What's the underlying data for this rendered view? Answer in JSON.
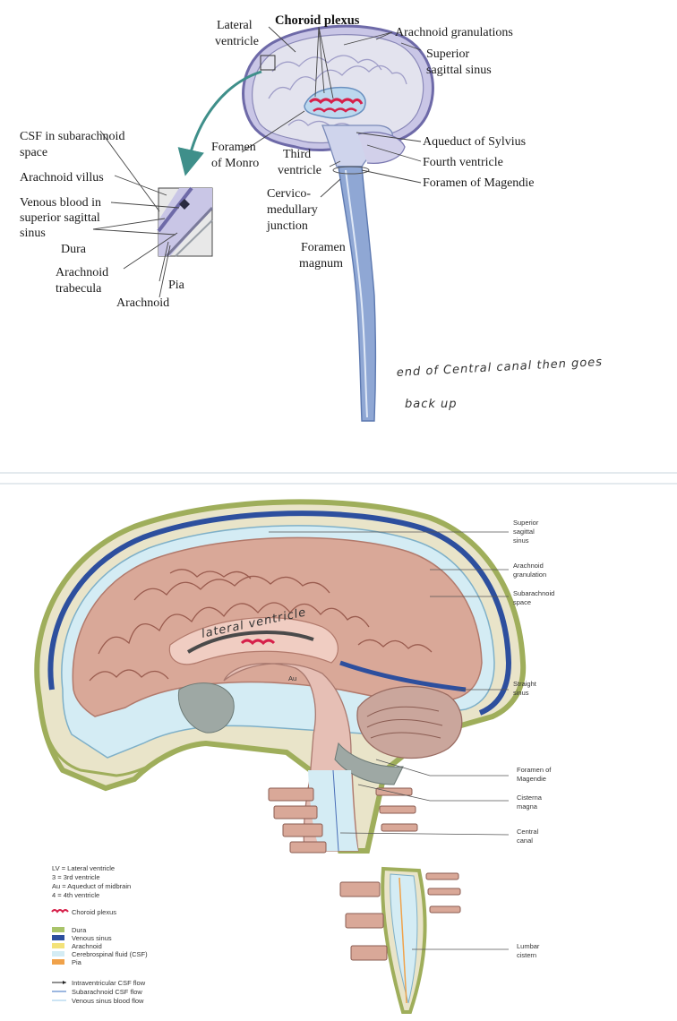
{
  "top_figure": {
    "labels": {
      "lateral_ventricle": [
        "Lateral",
        "ventricle"
      ],
      "choroid_plexus": "Choroid plexus",
      "arachnoid_granulations": "Arachnoid granulations",
      "superior_sagittal_sinus": [
        "Superior",
        "sagittal sinus"
      ],
      "csf_subarachnoid": [
        "CSF in subarachnoid",
        "space"
      ],
      "foramen_monro": [
        "Foramen",
        "of Monro"
      ],
      "third_ventricle": [
        "Third",
        "ventricle"
      ],
      "aqueduct_sylvius": "Aqueduct of Sylvius",
      "fourth_ventricle": "Fourth ventricle",
      "foramen_magendie": "Foramen of Magendie",
      "arachnoid_villus": "Arachnoid villus",
      "venous_blood": [
        "Venous blood in",
        "superior sagittal",
        "sinus"
      ],
      "dura": "Dura",
      "arachnoid_trabecula": [
        "Arachnoid",
        "trabecula"
      ],
      "pia": "Pia",
      "arachnoid": "Arachnoid",
      "cervicomedullary": [
        "Cervico-",
        "medullary",
        "junction"
      ],
      "foramen_magnum": [
        "Foramen",
        "magnum"
      ]
    },
    "handwritten_note": [
      "end of Central canal then goes",
      "back up"
    ]
  },
  "bottom_figure": {
    "labels": {
      "superior_sagittal_sinus": [
        "Superior",
        "sagittal",
        "sinus"
      ],
      "arachnoid_granulation": [
        "Arachnoid",
        "granulation"
      ],
      "subarachnoid_space": [
        "Subarachnoid",
        "space"
      ],
      "straight_sinus": [
        "Straight",
        "sinus"
      ],
      "foramen_magendie": [
        "Foramen of",
        "Magendie"
      ],
      "cisterna_magna": [
        "Cisterna",
        "magna"
      ],
      "central_canal": [
        "Central",
        "canal"
      ],
      "lumbar_cistern": [
        "Lumbar",
        "cistern"
      ],
      "au": "Au"
    },
    "handwritten_label": "lateral ventricle",
    "abbreviations": [
      "LV = Lateral ventricle",
      "3 = 3rd ventricle",
      "Au = Aqueduct of midbrain",
      "4 = 4th ventricle"
    ],
    "legend": {
      "choroid": "Choroid plexus",
      "layers": [
        {
          "label": "Dura",
          "color": "#a9c46a"
        },
        {
          "label": "Venous sinus",
          "color": "#2d4f9e"
        },
        {
          "label": "Arachnoid",
          "color": "#f3e27a"
        },
        {
          "label": "Cerebrospinal fluid (CSF)",
          "color": "#d4ecf4"
        },
        {
          "label": "Pia",
          "color": "#f0a24a"
        }
      ],
      "flows": [
        "Intraventricular CSF flow",
        "Subarachnoid CSF flow",
        "Venous sinus blood flow"
      ]
    }
  }
}
